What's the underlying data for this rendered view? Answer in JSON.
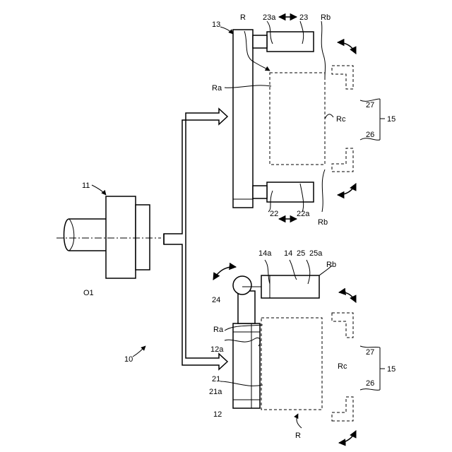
{
  "labels": {
    "l10": "10",
    "l11": "11",
    "lO1": "O1",
    "l12": "12",
    "l12a": "12a",
    "l21": "21",
    "l21a": "21a",
    "l24": "24",
    "l14a": "14a",
    "l14": "14",
    "l25": "25",
    "l25a": "25a",
    "lRb_bl": "Rb",
    "lRa_bl": "Ra",
    "lRc_bl": "Rc",
    "lR_bl": "R",
    "l27_bl": "27",
    "l26_bl": "26",
    "l15_bl": "15",
    "l13": "13",
    "lR_tr": "R",
    "l23a": "23a",
    "l23": "23",
    "lRb_tr_top": "Rb",
    "lRa_tr": "Ra",
    "lRc_tr": "Rc",
    "l27_tr": "27",
    "l26_tr": "26",
    "l15_tr": "15",
    "l22": "22",
    "l22a": "22a",
    "lRb_tr_bot": "Rb"
  }
}
